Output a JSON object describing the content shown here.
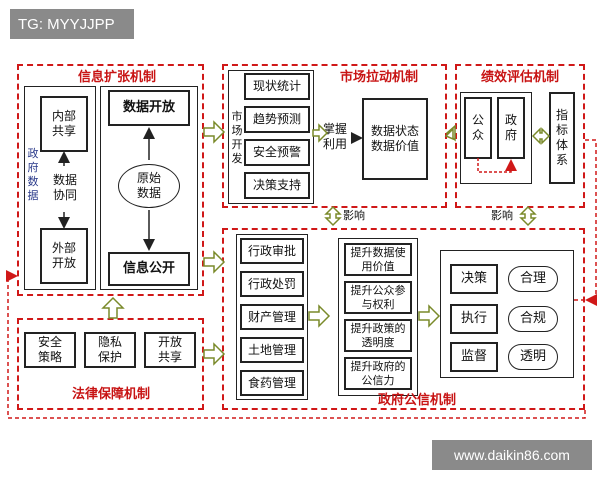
{
  "tag": "TG: MYYJJPP",
  "watermark": "www.daikin86.com",
  "info": {
    "title": "信息扩张机制",
    "gov_data": "政府数据",
    "internal_share": "内部共享",
    "data_coord": "数据协同",
    "external_open": "外部开放",
    "data_open": "数据开放",
    "raw_data": "原始数据",
    "info_public": "信息公开"
  },
  "market": {
    "title": "市场拉动机制",
    "dev": "市场开发",
    "items": [
      "现状统计",
      "趋势预测",
      "安全预警",
      "决策支持"
    ],
    "master_use": "掌握利用",
    "data_state": "数据状态数据价值"
  },
  "perf": {
    "title": "绩效评估机制",
    "public": "公众",
    "gov": "政府",
    "index": "指标体系"
  },
  "influence1": "影响",
  "influence2": "影响",
  "legal": {
    "title": "法律保障机制",
    "items": [
      "安全策略",
      "隐私保护",
      "开放共享"
    ]
  },
  "credibility": {
    "title": "政府公信机制",
    "admin": [
      "行政审批",
      "行政处罚",
      "财产管理",
      "土地管理",
      "食药管理"
    ],
    "improve": [
      "提升数据使用价值",
      "提升公众参与权利",
      "提升政策的透明度",
      "提升政府的公信力"
    ],
    "stages": [
      "决策",
      "执行",
      "监督"
    ],
    "qualities": [
      "合理",
      "合规",
      "透明"
    ]
  }
}
